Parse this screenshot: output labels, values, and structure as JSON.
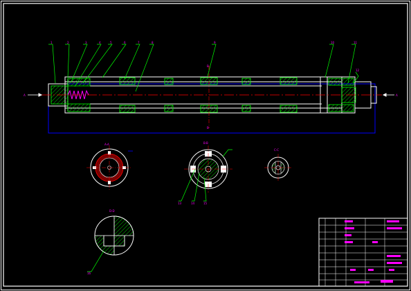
{
  "callouts": [
    "1",
    "2",
    "3",
    "4",
    "5",
    "6",
    "7",
    "8",
    "9",
    "10",
    "11",
    "12"
  ],
  "section_arrow_left": "A",
  "section_arrow_right": "A",
  "section_mark_top": "B",
  "section_mark_bottom": "B",
  "views": {
    "aa_label": "A-A",
    "bb_label": "B-B",
    "cc_label": "C-C",
    "dd_label": "D-D",
    "bb_leaders": [
      "13",
      "14",
      "15"
    ],
    "dd_leader": "16"
  },
  "title_block": {
    "rows": [
      "",
      "",
      "",
      "",
      "",
      "",
      "",
      "",
      "",
      ""
    ],
    "bottom_label": ""
  },
  "colors": {
    "frame": "#ffffff",
    "part": "#ffffff",
    "hatch": "#00ff00",
    "centerline": "#ff0000",
    "dimension": "#0000ff",
    "leader": "#00ff00",
    "label": "#ff00ff",
    "title_text": "#ff00ff"
  }
}
